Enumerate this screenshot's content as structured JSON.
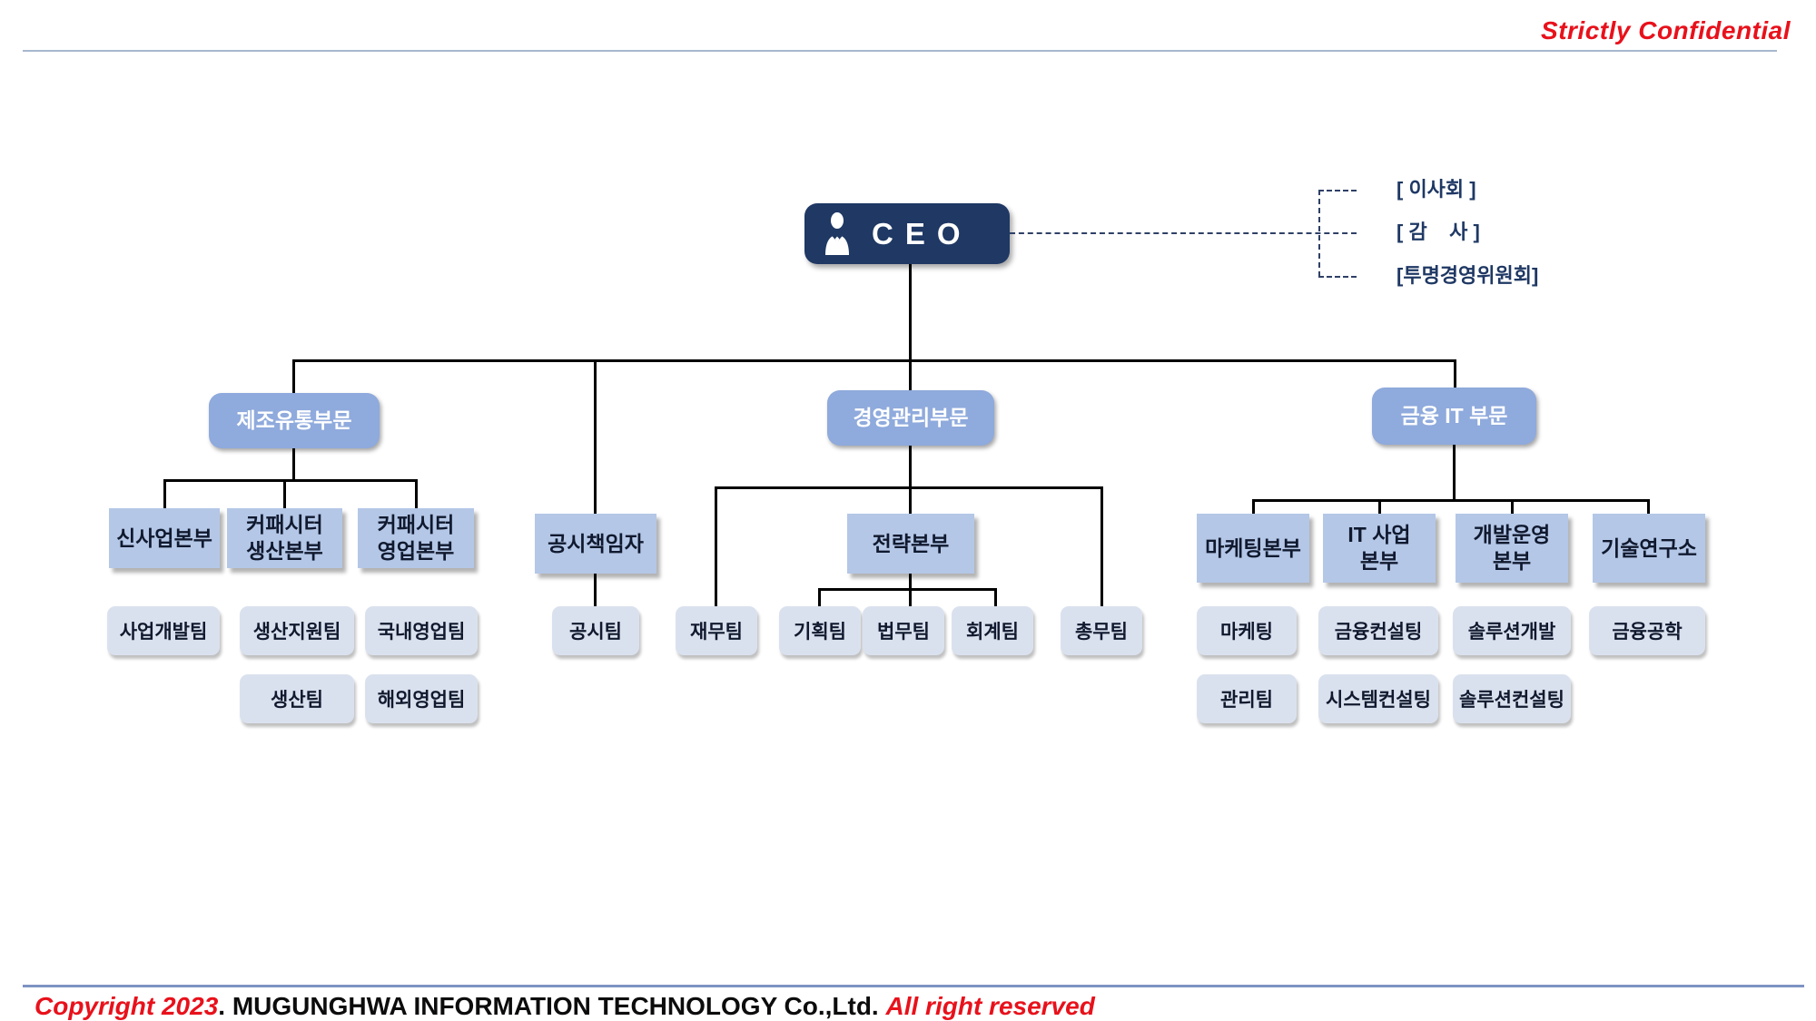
{
  "header": {
    "confidential": "Strictly Confidential"
  },
  "footer": {
    "copyright": "Copyright 2023",
    "company": ". MUGUNGHWA INFORMATION TECHNOLOGY Co.,Ltd. ",
    "rights": "All right reserved"
  },
  "colors": {
    "ceo_box": "#1F3864",
    "division_box": "#8FAADC",
    "hq_box": "#B4C7E7",
    "team_box": "#DAE1EE",
    "connector": "#000000",
    "dashed_connector": "#2E4066",
    "accent_red": "#E8111B",
    "header_rule": "#A7B7CF",
    "footer_rule": "#7E93C3"
  },
  "org": {
    "ceo": "CEO",
    "advisory": [
      "[ 이사회 ]",
      "[ 감    사 ]",
      "[투명경영위원회]"
    ],
    "divisions": [
      "제조유통부문",
      "경영관리부문",
      "금융 IT 부문"
    ],
    "disclosure_officer": "공시책임자",
    "hq": {
      "mfg": [
        "신사업본부",
        "커패시터\n생산본부",
        "커패시터\n영업본부"
      ],
      "mgmt": [
        "전략본부"
      ],
      "fin_it": [
        "마케팅본부",
        "IT 사업\n본부",
        "개발운영\n본부",
        "기술연구소"
      ]
    },
    "teams": {
      "mfg_row1": [
        "사업개발팀",
        "생산지원팀",
        "국내영업팀"
      ],
      "mfg_row2": [
        "생산팀",
        "해외영업팀"
      ],
      "disclosure": "공시팀",
      "mgmt_row": [
        "재무팀",
        "기획팀",
        "법무팀",
        "회계팀",
        "총무팀"
      ],
      "fin_row1": [
        "마케팅",
        "금융컨설팅",
        "솔루션개발",
        "금융공학"
      ],
      "fin_row2": [
        "관리팀",
        "시스템컨설팅",
        "솔루션컨설팅"
      ]
    }
  }
}
